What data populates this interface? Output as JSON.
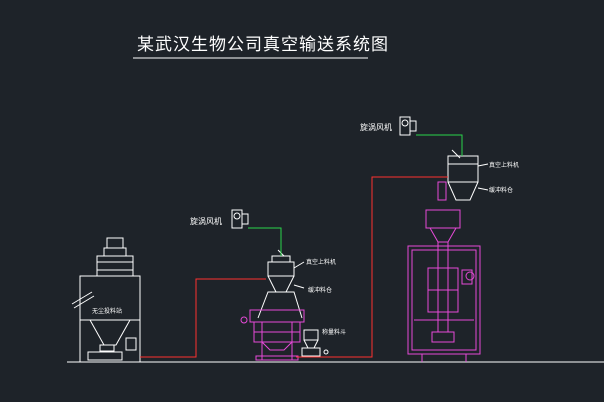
{
  "title": "某武汉生物公司真空输送系统图",
  "labels": {
    "fan_left": "旋涡风机",
    "fan_right": "旋涡风机",
    "feeder_left": "真空上料机",
    "feeder_right": "真空上料机",
    "hopper_left": "缓冲料仓",
    "hopper_right": "缓冲料仓",
    "dump_station": "无尘投料站",
    "weigher": "称量料斗"
  },
  "colors": {
    "background": "#1e2329",
    "equipment": "#ffffff",
    "machine": "#e64ad8",
    "material_pipe": "#ff3030",
    "air_pipe": "#2ad44a"
  }
}
